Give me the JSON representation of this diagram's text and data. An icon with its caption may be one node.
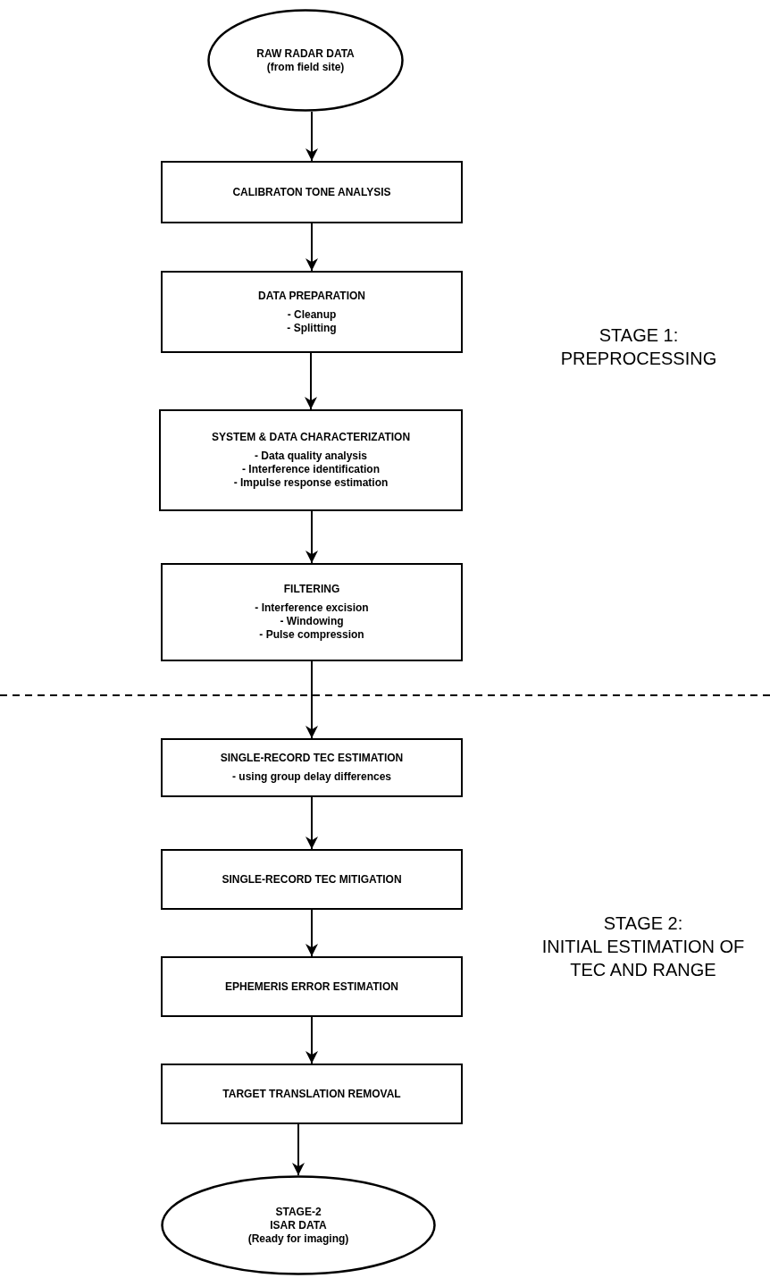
{
  "diagram": {
    "nodes": [
      {
        "text": [
          "RAW RADAR DATA",
          "(from field site)"
        ]
      },
      {
        "text": [
          "CALIBRATON TONE ANALYSIS"
        ]
      },
      {
        "text": [
          "DATA PREPARATION",
          "- Cleanup",
          "- Splitting"
        ]
      },
      {
        "text": [
          "SYSTEM & DATA CHARACTERIZATION",
          "- Data quality analysis",
          "- Interference identification",
          "- Impulse response estimation"
        ]
      },
      {
        "text": [
          "FILTERING",
          "- Interference excision",
          "- Windowing",
          "- Pulse compression"
        ]
      },
      {
        "text": [
          "SINGLE-RECORD TEC ESTIMATION",
          "- using group delay differences"
        ]
      },
      {
        "text": [
          "SINGLE-RECORD TEC MITIGATION"
        ]
      },
      {
        "text": [
          "EPHEMERIS ERROR ESTIMATION"
        ]
      },
      {
        "text": [
          "TARGET TRANSLATION REMOVAL"
        ]
      },
      {
        "text": [
          "STAGE-2",
          "ISAR DATA",
          "(Ready for imaging)"
        ]
      }
    ],
    "edges": [
      {
        "from": 0,
        "to": 1,
        "arrow": "to"
      },
      {
        "from": 1,
        "to": 2,
        "arrow": "to"
      },
      {
        "from": 2,
        "to": 3,
        "arrow": "to"
      },
      {
        "from": 3,
        "to": 4,
        "arrow": "to"
      },
      {
        "from": 4,
        "to": 5,
        "arrow": "to"
      },
      {
        "from": 5,
        "to": 6,
        "arrow": "to"
      },
      {
        "from": 6,
        "to": 7,
        "arrow": "to"
      },
      {
        "from": 7,
        "to": 8,
        "arrow": "to"
      },
      {
        "from": 8,
        "to": 9,
        "arrow": "to"
      }
    ],
    "labels": [
      "STAGE 1:",
      "PREPROCESSING",
      "STAGE 2:",
      "INITIAL ESTIMATION OF TEC AND RANGE"
    ]
  }
}
